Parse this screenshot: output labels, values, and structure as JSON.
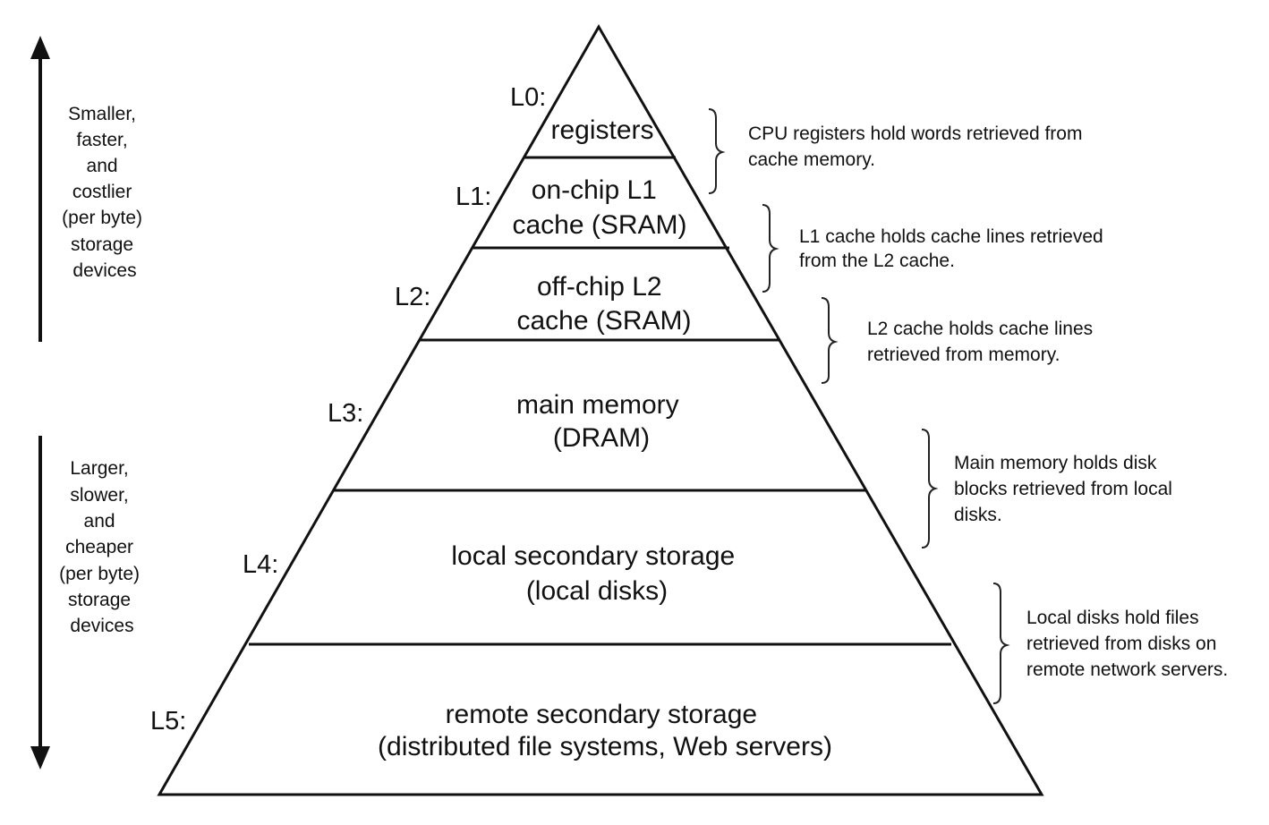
{
  "diagram": {
    "side_top": {
      "lines": [
        "Smaller,",
        "faster,",
        "and",
        "costlier",
        "(per byte)",
        "storage",
        "devices"
      ]
    },
    "side_bottom": {
      "lines": [
        "Larger,",
        "slower,",
        "and",
        "cheaper",
        "(per byte)",
        "storage",
        "devices"
      ]
    },
    "levels": [
      {
        "label": "L0:",
        "lines": [
          "registers"
        ]
      },
      {
        "label": "L1:",
        "lines": [
          "on-chip L1",
          "cache (SRAM)"
        ]
      },
      {
        "label": "L2:",
        "lines": [
          "off-chip L2",
          "cache (SRAM)"
        ]
      },
      {
        "label": "L3:",
        "lines": [
          "main memory",
          "(DRAM)"
        ]
      },
      {
        "label": "L4:",
        "lines": [
          "local secondary storage",
          "(local disks)"
        ]
      },
      {
        "label": "L5:",
        "lines": [
          "remote secondary storage",
          "(distributed file systems, Web servers)"
        ]
      }
    ],
    "notes": [
      {
        "lines": [
          "CPU registers hold words retrieved from",
          "cache memory."
        ]
      },
      {
        "lines": [
          "L1 cache holds cache lines retrieved",
          "from the L2 cache."
        ]
      },
      {
        "lines": [
          "L2 cache holds cache lines",
          "retrieved from memory."
        ]
      },
      {
        "lines": [
          "Main memory holds disk",
          "blocks retrieved from local",
          "disks."
        ]
      },
      {
        "lines": [
          "Local disks hold files",
          "retrieved from disks on",
          "remote network servers."
        ]
      }
    ]
  }
}
